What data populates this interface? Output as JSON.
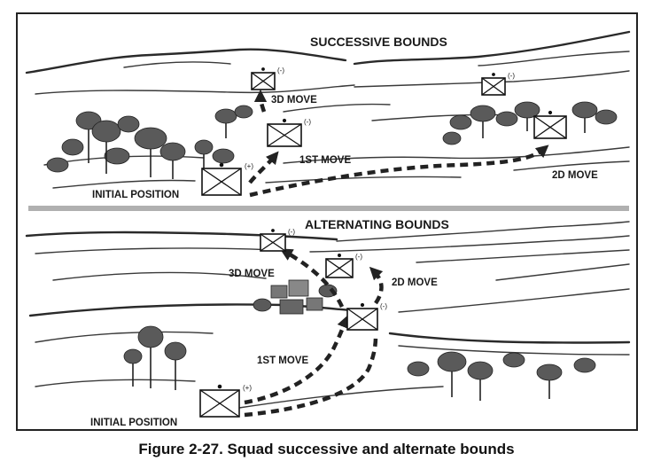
{
  "caption": "Figure 2-27. Squad successive and alternate bounds",
  "top_panel": {
    "title": "SUCCESSIVE BOUNDS",
    "labels": {
      "initial": "INITIAL POSITION",
      "move1": "1ST MOVE",
      "move2": "2D MOVE",
      "move3": "3D MOVE"
    },
    "symbols": {
      "plus": "(+)",
      "minus": "(-)"
    }
  },
  "bottom_panel": {
    "title": "ALTERNATING BOUNDS",
    "labels": {
      "initial": "INITIAL POSITION",
      "move1": "1ST MOVE",
      "move2": "2D MOVE",
      "move3": "3D MOVE"
    },
    "symbols": {
      "plus": "(+)",
      "minus": "(-)"
    }
  }
}
